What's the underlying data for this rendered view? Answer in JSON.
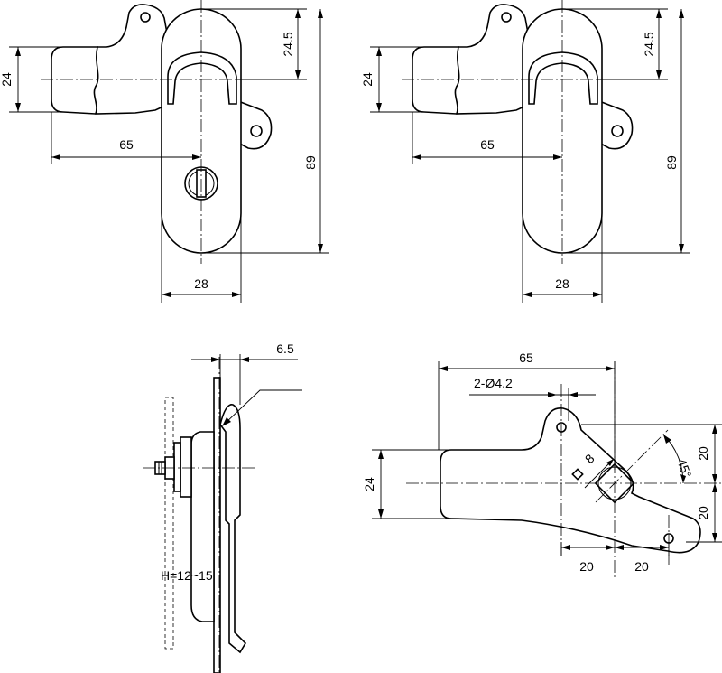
{
  "views": {
    "front_with_lock": {
      "width_label": "28",
      "height_label": "89",
      "top_offset_label": "24.5",
      "length_label": "65",
      "handle_height_label": "24"
    },
    "front_no_lock": {
      "width_label": "28",
      "height_label": "89",
      "top_offset_label": "24.5",
      "length_label": "65",
      "handle_height_label": "24"
    },
    "side": {
      "depth_label": "6.5",
      "panel_thickness_label": "H=12~15"
    },
    "rear": {
      "length_label": "65",
      "holes_label": "2-Ø4.2",
      "square_label": "8",
      "angle_label": "45°",
      "height_label": "24",
      "upper_offset_label": "20",
      "lower_offset_label": "20",
      "left_offset_label": "20",
      "right_offset_label": "20"
    }
  }
}
